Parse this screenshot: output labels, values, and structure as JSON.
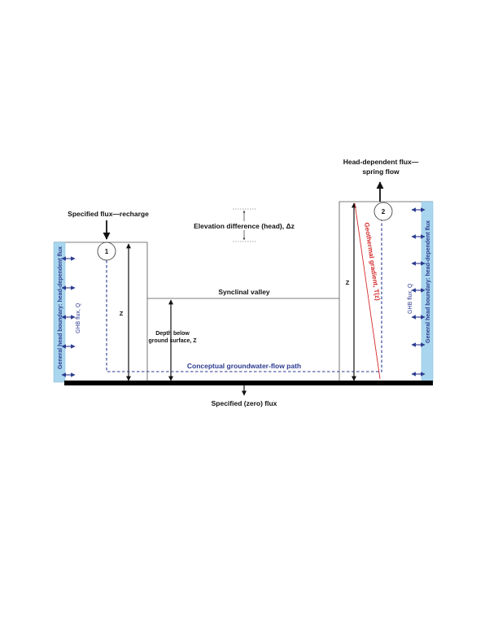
{
  "diagram": {
    "top_label": {
      "line1": "Head-dependent flux—",
      "line2": "spring flow"
    },
    "recharge_label": "Specified flux—recharge",
    "elevation_label": "Elevation difference (head), Δz",
    "valley_label": "Synclinal valley",
    "depth_label": {
      "line1": "Depth below",
      "line2": "ground surface, Z"
    },
    "flow_path_label": "Conceptual groundwater-flow path",
    "bottom_label": "Specified (zero) flux",
    "ghb_boundary_label": "General head boundary: head-dependent flux",
    "ghb_flux_label": "GHB flux, Q",
    "z_label": "Z",
    "geothermal_label": "Geothermal gradient, T(z)",
    "node1": "1",
    "node2": "2"
  },
  "colors": {
    "ghb_fill": "#a9d6ee",
    "ghb_arrow": "#2b3a8f",
    "flow_path": "#2b3a8f",
    "geothermal": "#d62a2a",
    "outline": "#555555",
    "base": "#000000"
  }
}
